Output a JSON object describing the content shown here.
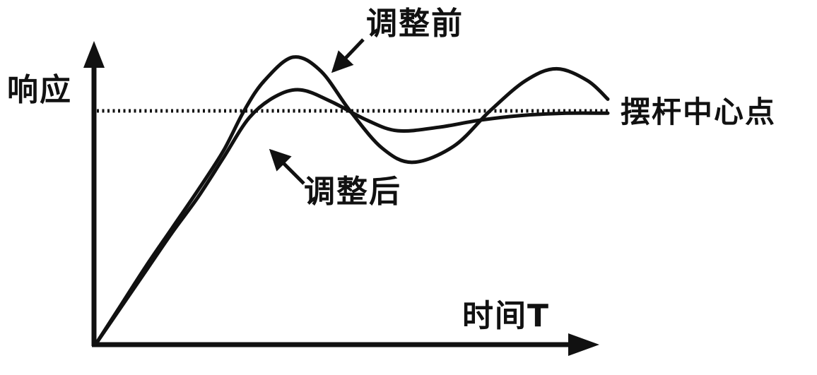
{
  "chart_data": {
    "type": "line",
    "title": "",
    "xlabel": "时间T",
    "ylabel": "响应",
    "x_range": [
      0,
      10
    ],
    "y_range": [
      0,
      1.4
    ],
    "grid": false,
    "legend_position": "arrow-annotations",
    "reference_line": {
      "label": "摆杆中心点",
      "value": 1.0,
      "style": "dotted"
    },
    "series": [
      {
        "name": "调整前",
        "points": [
          [
            0,
            0
          ],
          [
            0.5,
            0.17
          ],
          [
            1.0,
            0.34
          ],
          [
            1.5,
            0.5
          ],
          [
            2.0,
            0.66
          ],
          [
            2.5,
            0.83
          ],
          [
            2.9,
            1.0
          ],
          [
            3.3,
            1.13
          ],
          [
            3.86,
            1.23
          ],
          [
            4.4,
            1.17
          ],
          [
            4.97,
            1.0
          ],
          [
            5.6,
            0.84
          ],
          [
            6.2,
            0.78
          ],
          [
            7.0,
            0.85
          ],
          [
            7.7,
            1.0
          ],
          [
            8.4,
            1.13
          ],
          [
            9.0,
            1.18
          ],
          [
            9.6,
            1.13
          ],
          [
            10,
            1.05
          ]
        ]
      },
      {
        "name": "调整后",
        "points": [
          [
            0,
            0
          ],
          [
            0.5,
            0.16
          ],
          [
            1.0,
            0.32
          ],
          [
            1.5,
            0.48
          ],
          [
            2.0,
            0.63
          ],
          [
            2.5,
            0.8
          ],
          [
            3.0,
            0.97
          ],
          [
            3.5,
            1.06
          ],
          [
            4.0,
            1.09
          ],
          [
            4.6,
            1.04
          ],
          [
            5.3,
            0.96
          ],
          [
            5.9,
            0.915
          ],
          [
            6.7,
            0.93
          ],
          [
            7.5,
            0.96
          ],
          [
            8.3,
            0.98
          ],
          [
            9.2,
            0.99
          ],
          [
            10,
            0.99
          ]
        ]
      }
    ],
    "annotations": [
      {
        "label": "调整前",
        "target_series": "调整前"
      },
      {
        "label": "调整后",
        "target_series": "调整后"
      }
    ]
  }
}
